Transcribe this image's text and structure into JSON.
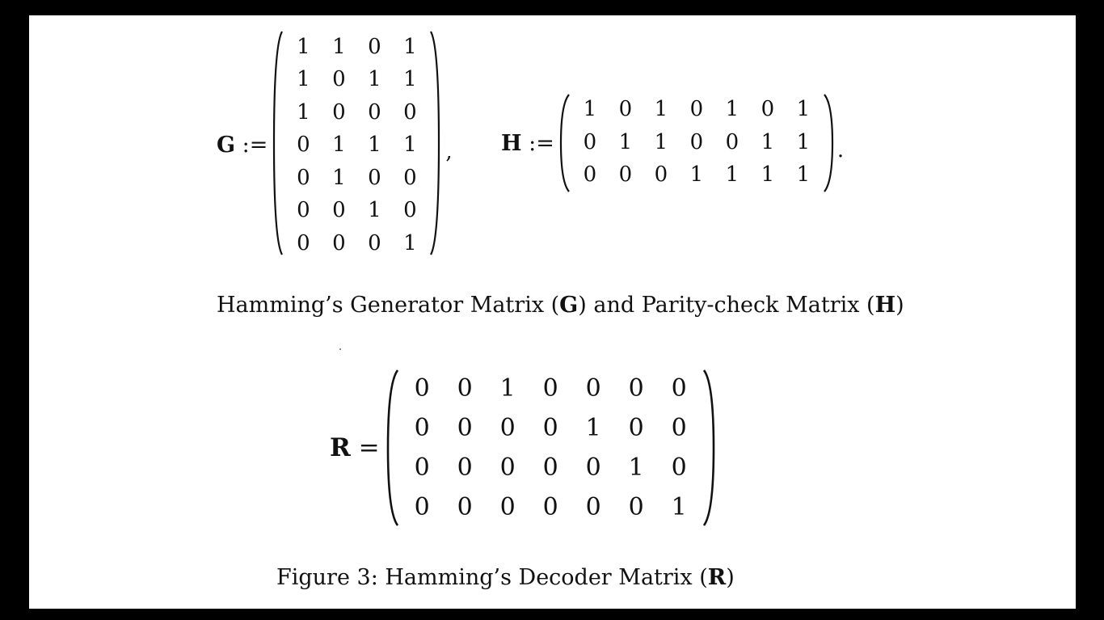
{
  "g_equation": {
    "symbol": "G",
    "operator": ":=",
    "trailing": ",",
    "rows": [
      [
        "1",
        "1",
        "0",
        "1"
      ],
      [
        "1",
        "0",
        "1",
        "1"
      ],
      [
        "1",
        "0",
        "0",
        "0"
      ],
      [
        "0",
        "1",
        "1",
        "1"
      ],
      [
        "0",
        "1",
        "0",
        "0"
      ],
      [
        "0",
        "0",
        "1",
        "0"
      ],
      [
        "0",
        "0",
        "0",
        "1"
      ]
    ]
  },
  "h_equation": {
    "symbol": "H",
    "operator": ":=",
    "trailing": ".",
    "rows": [
      [
        "1",
        "0",
        "1",
        "0",
        "1",
        "0",
        "1"
      ],
      [
        "0",
        "1",
        "1",
        "0",
        "0",
        "1",
        "1"
      ],
      [
        "0",
        "0",
        "0",
        "1",
        "1",
        "1",
        "1"
      ]
    ]
  },
  "caption_1": {
    "prefix": "Hamming’s Generator Matrix (",
    "symbol_1": "G",
    "middle": ") and Parity-check Matrix (",
    "symbol_2": "H",
    "suffix": ")"
  },
  "r_equation": {
    "symbol": "R",
    "operator": "=",
    "rows": [
      [
        "0",
        "0",
        "1",
        "0",
        "0",
        "0",
        "0"
      ],
      [
        "0",
        "0",
        "0",
        "0",
        "1",
        "0",
        "0"
      ],
      [
        "0",
        "0",
        "0",
        "0",
        "0",
        "1",
        "0"
      ],
      [
        "0",
        "0",
        "0",
        "0",
        "0",
        "0",
        "1"
      ]
    ]
  },
  "caption_2": {
    "prefix": "Figure 3: Hamming’s Decoder Matrix (",
    "symbol": "R",
    "suffix": ")"
  }
}
